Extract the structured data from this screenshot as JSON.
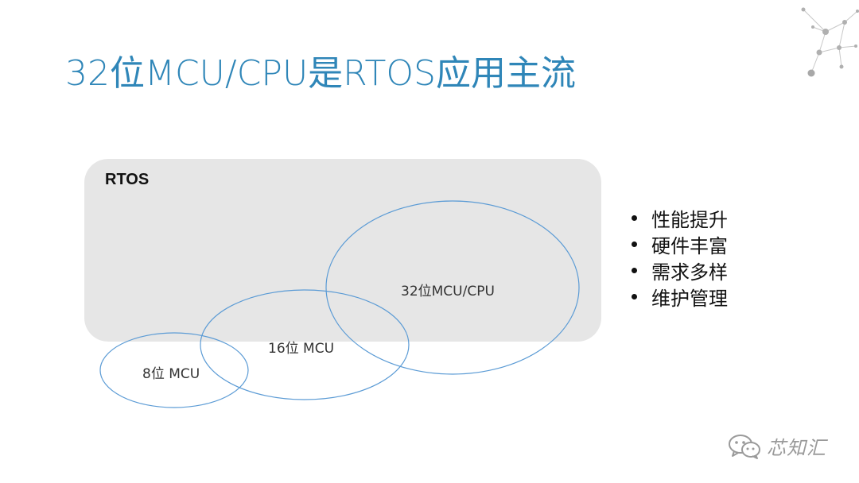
{
  "slide": {
    "title": "32位MCU/CPU是RTOS应用主流"
  },
  "diagram": {
    "container_label": "RTOS",
    "sets": [
      {
        "id": "mcu8",
        "label": "8位 MCU"
      },
      {
        "id": "mcu16",
        "label": "16位 MCU"
      },
      {
        "id": "mcu32",
        "label": "32位MCU/CPU"
      }
    ]
  },
  "bullets": [
    "性能提升",
    "硬件丰富",
    "需求多样",
    "维护管理"
  ],
  "watermark": {
    "text": "芯知汇"
  },
  "colors": {
    "title": "#2f86b8",
    "ellipse_stroke": "#5b9bd5",
    "rtos_fill": "#e6e6e6"
  }
}
